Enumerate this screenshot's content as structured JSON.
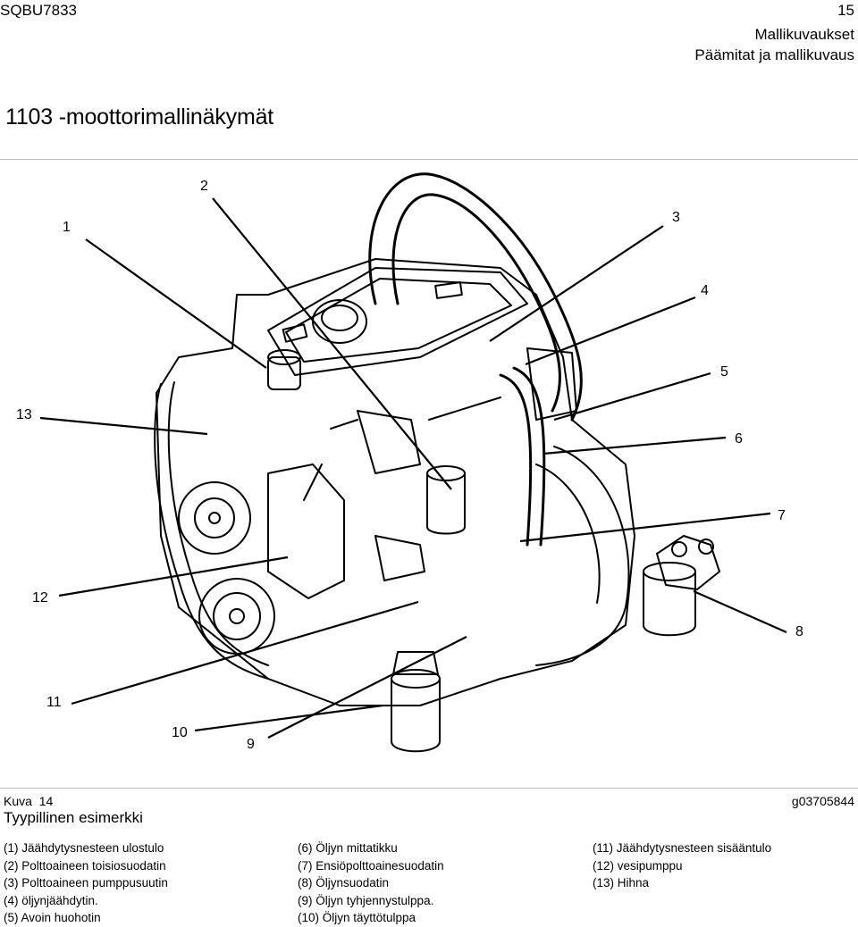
{
  "header": {
    "doc_id": "SQBU7833",
    "page_number": "15",
    "section": "Mallikuvaukset",
    "subsection": "Päämitat ja mallikuvaus"
  },
  "page_title": "1103 -moottorimallinäkymät",
  "figure": {
    "callouts": [
      "1",
      "2",
      "3",
      "4",
      "5",
      "6",
      "7",
      "8",
      "9",
      "10",
      "11",
      "12",
      "13"
    ],
    "label": "Kuva",
    "number": "14",
    "graphic_id": "g03705844",
    "caption": "Tyypillinen esimerkki"
  },
  "legend": {
    "col1": [
      "(1) Jäähdytysnesteen ulostulo",
      "(2) Polttoaineen toisiosuodatin",
      "(3) Polttoaineen pumppusuutin",
      "(4) öljynjäähdytin.",
      "(5) Avoin huohotin"
    ],
    "col2": [
      "(6) Öljyn mittatikku",
      "(7) Ensiöpolttoainesuodatin",
      "(8) Öljynsuodatin",
      "(9) Öljyn tyhjennystulppa.",
      "(10) Öljyn täyttötulppa"
    ],
    "col3": [
      "(11) Jäähdytysnesteen sisääntulo",
      "(12) vesipumppu",
      "(13) Hihna"
    ]
  }
}
